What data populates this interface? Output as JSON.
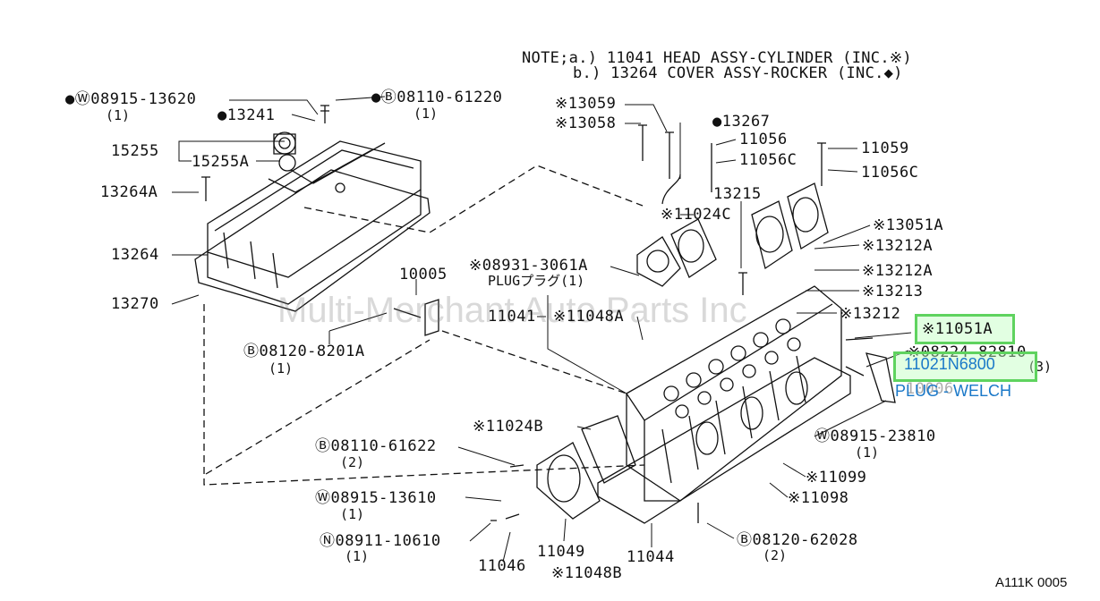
{
  "notes": {
    "line_a": "NOTE;a.) 11041 HEAD ASSY-CYLINDER (INC.※)",
    "line_b": "b.) 13264 COVER ASSY-ROCKER (INC.◆)"
  },
  "watermark": "Multi-Merchant Auto Parts Inc",
  "diagram_code": "A111K 0005",
  "parts": {
    "p08915_13620": "●Ⓦ08915-13620",
    "p08915_13620_qty": "(1)",
    "p13241": "●13241",
    "p08110_61220": "●Ⓑ08110-61220",
    "p08110_61220_qty": "(1)",
    "p15255": "15255",
    "p15255a": "15255A",
    "p13264a": "13264A",
    "p13264": "13264",
    "p13270": "13270",
    "p10005": "10005",
    "p08120_8201a": "Ⓑ08120-8201A",
    "p08120_8201a_qty": "(1)",
    "p13059": "※13059",
    "p13058": "※13058",
    "p13267": "●13267",
    "p11056": "11056",
    "p11056c": "11056C",
    "p11059": "11059",
    "p11056c_b": "11056C",
    "p11024c": "※11024C",
    "p13215": "13215",
    "p13051a": "※13051A",
    "p13212a_1": "※13212A",
    "p13212a_2": "※13212A",
    "p13213": "※13213",
    "p13212": "※13212",
    "p08931_3061a": "※08931-3061A",
    "p08931_plug": "PLUGプラグ(1)",
    "p11041": "11041",
    "p11048a": "※11048A",
    "p11051a": "※11051A",
    "p08224_82810": "※08224-82810",
    "p08224_qty": "(3)",
    "p10006": "10006",
    "p11024b": "※11024B",
    "p08110_61622": "Ⓑ08110-61622",
    "p08110_61622_qty": "(2)",
    "p08915_23810": "Ⓦ08915-23810",
    "p08915_23810_qty": "(1)",
    "p11099": "※11099",
    "p11098": "※11098",
    "p08915_13610": "Ⓦ08915-13610",
    "p08915_13610_qty": "(1)",
    "p08911_10610": "Ⓝ08911-10610",
    "p08911_10610_qty": "(1)",
    "p11046": "11046",
    "p11049": "11049",
    "p11048b": "※11048B",
    "p11044": "11044",
    "p08120_62028": "Ⓑ08120-62028",
    "p08120_62028_qty": "(2)"
  },
  "highlight": {
    "part_number": "11021N6800",
    "description": "PLUG - WELCH"
  }
}
